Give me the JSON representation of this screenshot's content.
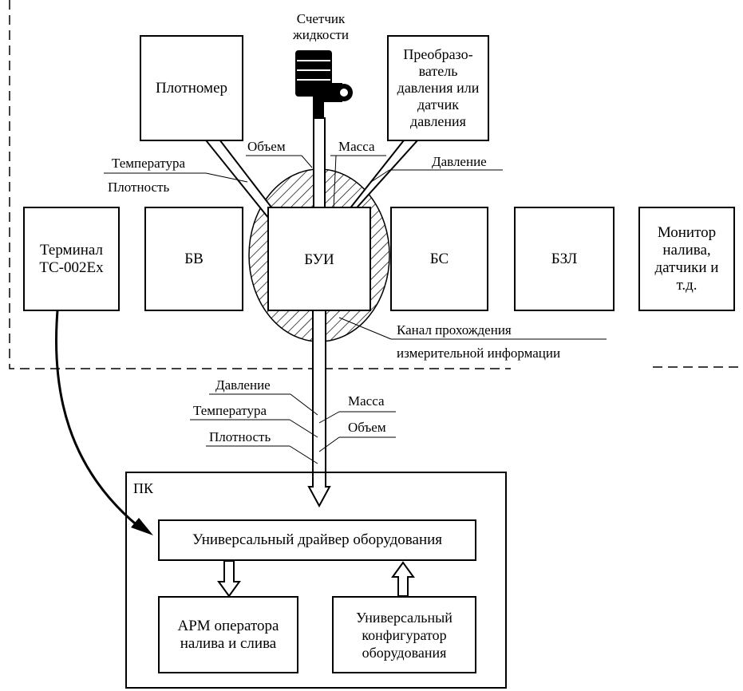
{
  "blocks": {
    "densitometer": "Плотномер",
    "pressure_transducer": "Преобразо-\nватель\nдавления или\nдатчик\nдавления",
    "terminal": "Терминал\nТС-002Ex",
    "bv": "БВ",
    "bui": "БУИ",
    "bs": "БС",
    "bzl": "БЗЛ",
    "monitor": "Монитор\nналива,\nдатчики и\nт.д.",
    "pc": "ПК",
    "driver": "Универсальный драйвер оборудования",
    "arm": "АРМ оператора\nналива и слива",
    "configurator": "Универсальный\nконфигуратор\nоборудования"
  },
  "labels": {
    "flow_meter": "Счетчик\nжидкости",
    "volume_top": "Объем",
    "mass_top": "Масса",
    "temperature_top": "Температура",
    "density_top": "Плотность",
    "pressure_top": "Давление",
    "channel_line1": "Канал прохождения",
    "channel_line2": "измерительной информации",
    "pressure_bottom": "Давление",
    "temperature_bottom": "Температура",
    "density_bottom": "Плотность",
    "mass_bottom": "Масса",
    "volume_bottom": "Объем"
  }
}
